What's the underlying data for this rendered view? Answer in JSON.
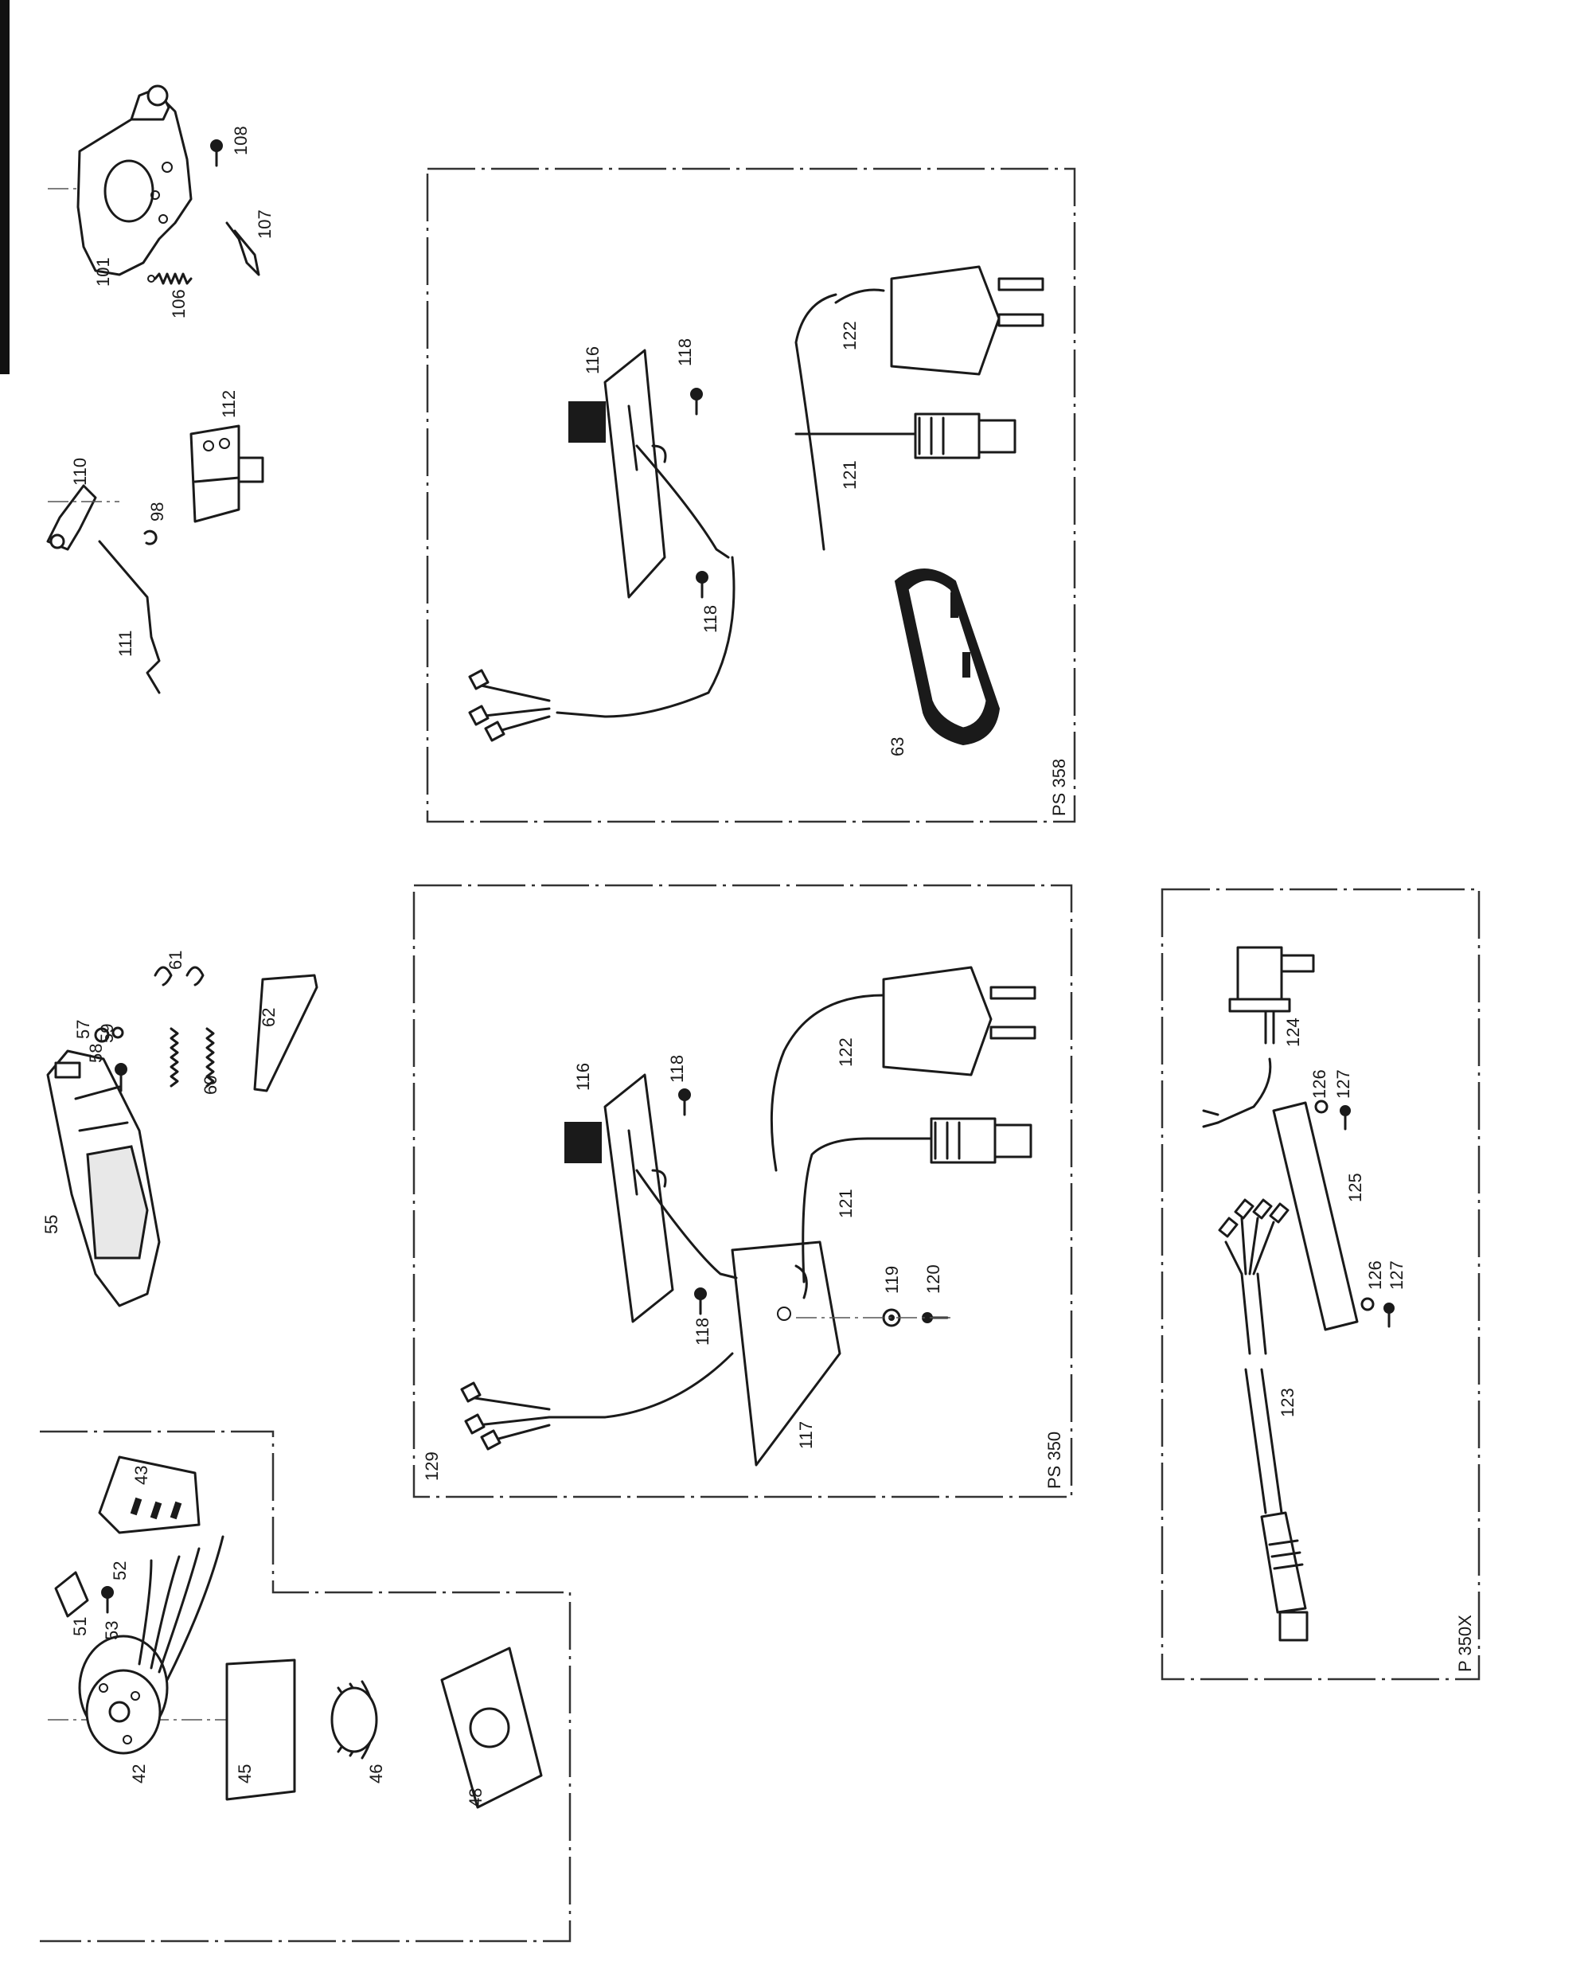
{
  "frames": {
    "ps358": "PS 358",
    "ps350": "PS 350",
    "p350x": "P 350X"
  },
  "labels": {
    "l42": "42",
    "l43": "43",
    "l45": "45",
    "l46": "46",
    "l48": "48",
    "l51": "51",
    "l52": "52",
    "l53": "53",
    "l55": "55",
    "l57": "57",
    "l58": "58",
    "l59": "59",
    "l60": "60",
    "l61": "61",
    "l62": "62",
    "l63": "63",
    "l98": "98",
    "l101": "101",
    "l106": "106",
    "l107": "107",
    "l108": "108",
    "l110": "110",
    "l111": "111",
    "l112": "112",
    "l116a": "116",
    "l118a": "118",
    "l118b": "118",
    "l121a": "121",
    "l122a": "122",
    "l116b": "116",
    "l118c": "118",
    "l118d": "118",
    "l121b": "121",
    "l122b": "122",
    "l117": "117",
    "l119": "119",
    "l120": "120",
    "l129": "129",
    "l123": "123",
    "l124": "124",
    "l125": "125",
    "l126a": "126",
    "l127a": "127",
    "l126b": "126",
    "l127b": "127"
  }
}
